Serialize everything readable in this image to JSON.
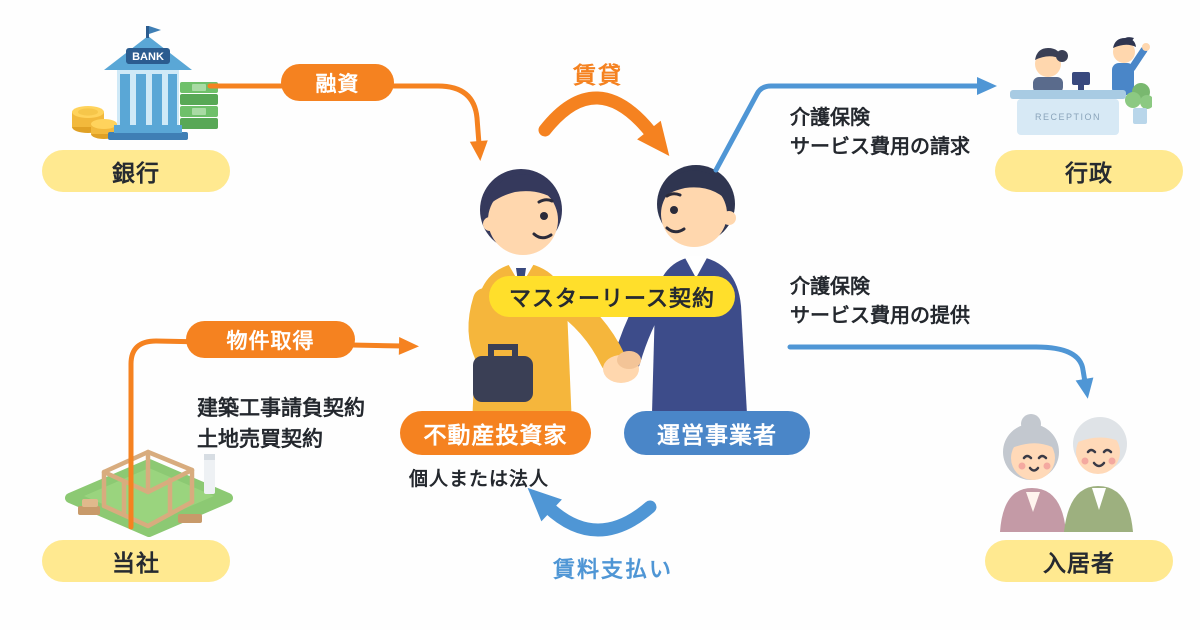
{
  "colors": {
    "orange": "#f58220",
    "blue_arrow": "#4f96d5",
    "blue_pill": "#4a86c8",
    "yellow_node_pill": "#ffe990",
    "yellow_contract_pill": "#ffdf2b",
    "text_dark": "#24282e"
  },
  "nodes": {
    "bank": {
      "label": "銀行"
    },
    "government": {
      "label": "行政"
    },
    "company": {
      "label": "当社"
    },
    "residents": {
      "label": "入居者"
    }
  },
  "parties": {
    "investor": {
      "label": "不動産投資家",
      "note": "個人または法人"
    },
    "operator": {
      "label": "運営事業者"
    }
  },
  "contract": {
    "label": "マスターリース契約"
  },
  "flows": {
    "financing": {
      "label": "融資"
    },
    "lease": {
      "label": "賃貸"
    },
    "billing": {
      "label": "介護保険\nサービス費用の請求"
    },
    "provision": {
      "label": "介護保険\nサービス費用の提供"
    },
    "acquisition": {
      "label": "物件取得"
    },
    "acquisition_contracts": {
      "label": "建築工事請負契約\n土地売買契約"
    },
    "rent": {
      "label": "賃料支払い"
    }
  },
  "illustration_text": {
    "bank_sign": "BANK",
    "reception_sign": "RECEPTION"
  }
}
